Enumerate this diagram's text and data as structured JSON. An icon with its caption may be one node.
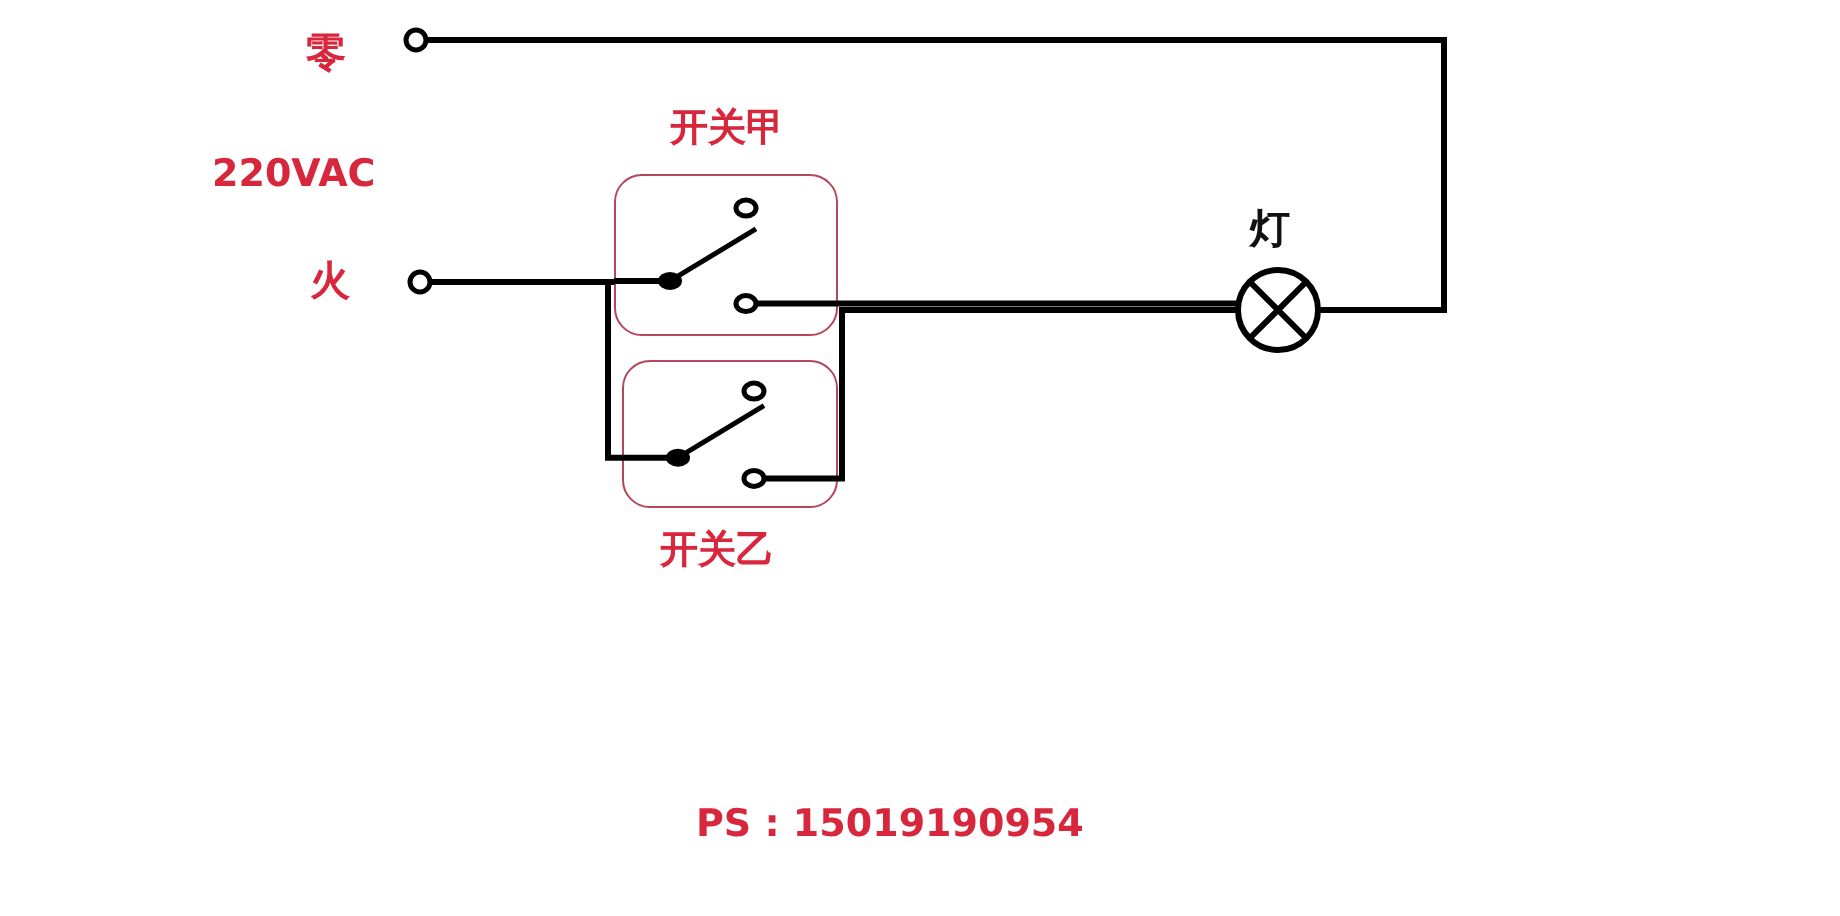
{
  "diagram": {
    "nodes": [
      {
        "text": [],
        "shape": "circle",
        "beside": [
          "零"
        ]
      },
      {
        "text": [],
        "shape": "circle",
        "beside": [
          "火"
        ]
      },
      {
        "text": [
          "开关甲"
        ]
      },
      {
        "text": [
          "开关乙"
        ]
      },
      {
        "text": [],
        "shape": "circle",
        "beside": [
          "灯"
        ]
      }
    ],
    "edges": [
      {
        "from": 0,
        "to": 4,
        "arrow": "none"
      },
      {
        "from": 1,
        "to": 2,
        "arrow": "none"
      },
      {
        "from": 1,
        "to": 3,
        "arrow": "none"
      },
      {
        "from": 2,
        "to": 4,
        "arrow": "none"
      },
      {
        "from": 3,
        "to": 4,
        "arrow": "none"
      }
    ],
    "labels": [
      "220VAC",
      "PS : 15019190954"
    ]
  }
}
